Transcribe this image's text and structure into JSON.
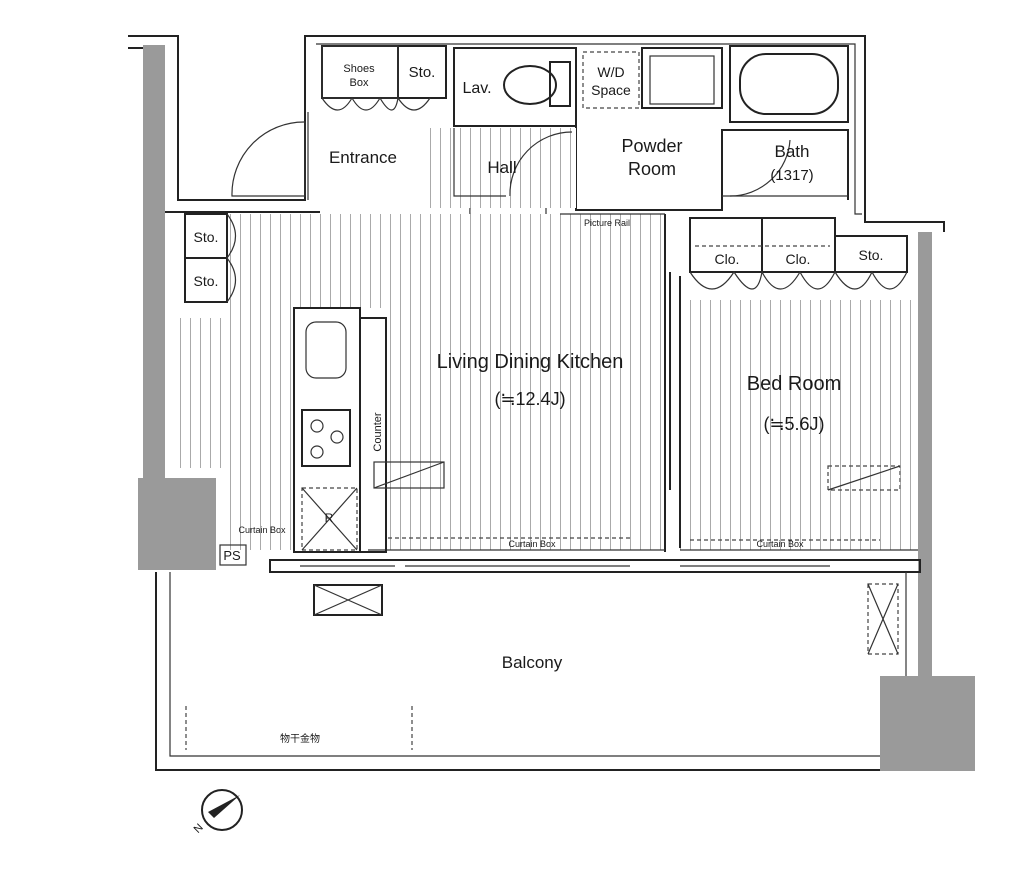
{
  "rooms": {
    "shoes_box": [
      "Shoes",
      "Box"
    ],
    "sto_entry": "Sto.",
    "lav": "Lav.",
    "wd_space": [
      "W/D",
      "Space"
    ],
    "entrance": "Entrance",
    "hall": "Hall",
    "powder_room": [
      "Powder",
      "Room"
    ],
    "bath": "Bath",
    "bath_size": "(1317)",
    "picture_rail": "Picture Rail",
    "sto_1": "Sto.",
    "sto_2": "Sto.",
    "clo_1": "Clo.",
    "clo_2": "Clo.",
    "sto_bed": "Sto.",
    "ldk": "Living Dining Kitchen",
    "ldk_size": "(≒12.4J)",
    "bedroom": "Bed Room",
    "bedroom_size": "(≒5.6J)",
    "counter": "Counter",
    "fridge": "R",
    "curtain_box_1": "Curtain Box",
    "curtain_box_2": "Curtain Box",
    "curtain_box_3": "Curtain Box",
    "ps": "PS",
    "balcony": "Balcony",
    "drying_hardware": "物干金物"
  },
  "compass": {
    "north_label": "N"
  },
  "colors": {
    "wall": "#9a9a9a",
    "line": "#222222",
    "background": "#ffffff"
  }
}
